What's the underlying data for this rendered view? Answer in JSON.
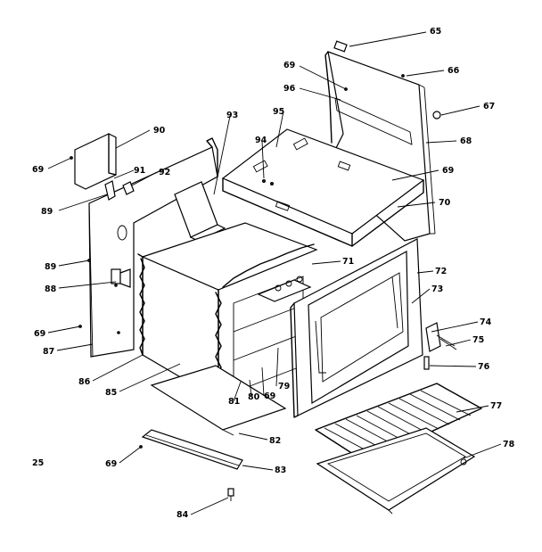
{
  "figure_code": "25",
  "callouts": [
    {
      "id": "c65a",
      "text": "65"
    },
    {
      "id": "c69a",
      "text": "69"
    },
    {
      "id": "c66",
      "text": "66"
    },
    {
      "id": "c96",
      "text": "96"
    },
    {
      "id": "c67a",
      "text": "67"
    },
    {
      "id": "c95",
      "text": "95"
    },
    {
      "id": "c68",
      "text": "68"
    },
    {
      "id": "c93",
      "text": "93"
    },
    {
      "id": "c90",
      "text": "90"
    },
    {
      "id": "c94",
      "text": "94"
    },
    {
      "id": "c69b",
      "text": "69"
    },
    {
      "id": "c69c",
      "text": "69"
    },
    {
      "id": "c91",
      "text": "91"
    },
    {
      "id": "c92",
      "text": "92"
    },
    {
      "id": "c89a",
      "text": "89"
    },
    {
      "id": "c70",
      "text": "70"
    },
    {
      "id": "c89b",
      "text": "89"
    },
    {
      "id": "c71",
      "text": "71"
    },
    {
      "id": "c72",
      "text": "72"
    },
    {
      "id": "c88",
      "text": "88"
    },
    {
      "id": "c73",
      "text": "73"
    },
    {
      "id": "c69d",
      "text": "69"
    },
    {
      "id": "c74",
      "text": "74"
    },
    {
      "id": "c75",
      "text": "75"
    },
    {
      "id": "c87",
      "text": "87"
    },
    {
      "id": "c76",
      "text": "76"
    },
    {
      "id": "c86",
      "text": "86"
    },
    {
      "id": "c79",
      "text": "79"
    },
    {
      "id": "c85",
      "text": "85"
    },
    {
      "id": "c81",
      "text": "81"
    },
    {
      "id": "c80",
      "text": "80"
    },
    {
      "id": "c69e",
      "text": "69"
    },
    {
      "id": "c77",
      "text": "77"
    },
    {
      "id": "c82",
      "text": "82"
    },
    {
      "id": "c78",
      "text": "78"
    },
    {
      "id": "c69f",
      "text": "69"
    },
    {
      "id": "c83",
      "text": "83"
    },
    {
      "id": "c84",
      "text": "84"
    }
  ]
}
